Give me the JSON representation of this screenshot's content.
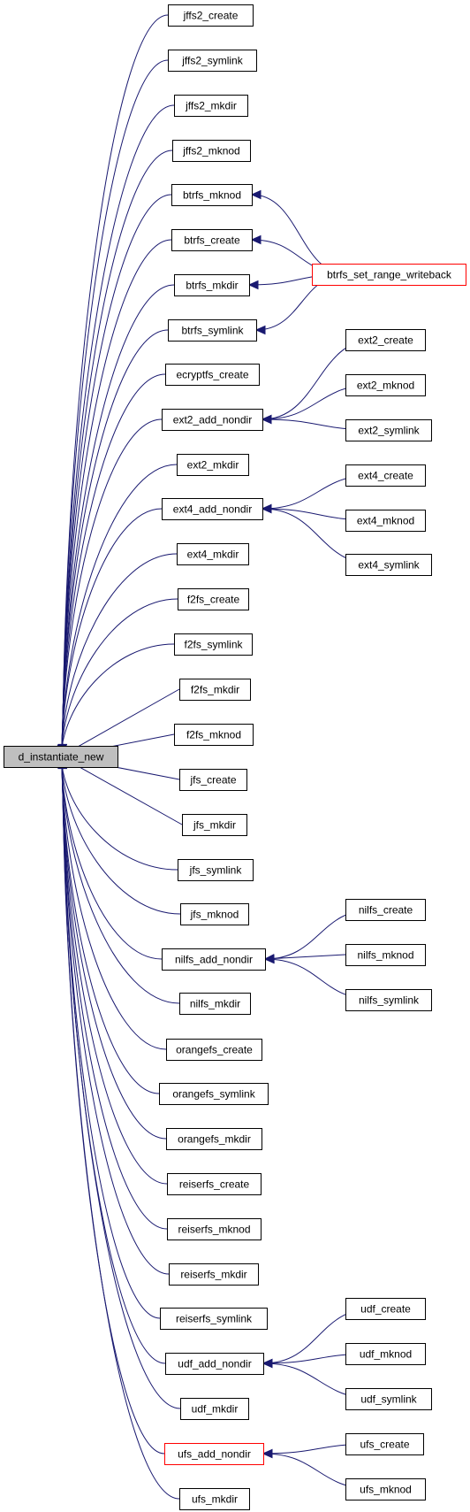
{
  "colors": {
    "edge": "#191970",
    "node_border": "#000000",
    "node_border_highlight": "#ff0000",
    "root_fill": "#bfbfbf",
    "node_fill": "#ffffff"
  },
  "graph": {
    "root": "d_instantiate_new",
    "callers": [
      "jffs2_create",
      "jffs2_symlink",
      "jffs2_mkdir",
      "jffs2_mknod",
      "btrfs_mknod",
      "btrfs_create",
      "btrfs_mkdir",
      "btrfs_symlink",
      "ecryptfs_create",
      "ext2_add_nondir",
      "ext2_mkdir",
      "ext4_add_nondir",
      "ext4_mkdir",
      "f2fs_create",
      "f2fs_symlink",
      "f2fs_mkdir",
      "f2fs_mknod",
      "jfs_create",
      "jfs_mkdir",
      "jfs_symlink",
      "jfs_mknod",
      "nilfs_add_nondir",
      "nilfs_mkdir",
      "orangefs_create",
      "orangefs_symlink",
      "orangefs_mkdir",
      "reiserfs_create",
      "reiserfs_mknod",
      "reiserfs_mkdir",
      "reiserfs_symlink",
      "udf_add_nondir",
      "udf_mkdir",
      "ufs_add_nondir",
      "ufs_mkdir"
    ],
    "second_level": [
      "btrfs_set_range_writeback",
      "ext2_create",
      "ext2_mknod",
      "ext2_symlink",
      "ext4_create",
      "ext4_mknod",
      "ext4_symlink",
      "nilfs_create",
      "nilfs_mknod",
      "nilfs_symlink",
      "udf_create",
      "udf_mknod",
      "udf_symlink",
      "ufs_create",
      "ufs_mknod"
    ],
    "highlighted": [
      "btrfs_set_range_writeback",
      "ufs_add_nondir"
    ],
    "edges": [
      [
        "btrfs_set_range_writeback",
        "btrfs_mknod"
      ],
      [
        "btrfs_set_range_writeback",
        "btrfs_create"
      ],
      [
        "btrfs_set_range_writeback",
        "btrfs_mkdir"
      ],
      [
        "btrfs_set_range_writeback",
        "btrfs_symlink"
      ],
      [
        "ext2_create",
        "ext2_add_nondir"
      ],
      [
        "ext2_mknod",
        "ext2_add_nondir"
      ],
      [
        "ext2_symlink",
        "ext2_add_nondir"
      ],
      [
        "ext4_create",
        "ext4_add_nondir"
      ],
      [
        "ext4_mknod",
        "ext4_add_nondir"
      ],
      [
        "ext4_symlink",
        "ext4_add_nondir"
      ],
      [
        "nilfs_create",
        "nilfs_add_nondir"
      ],
      [
        "nilfs_mknod",
        "nilfs_add_nondir"
      ],
      [
        "nilfs_symlink",
        "nilfs_add_nondir"
      ],
      [
        "udf_create",
        "udf_add_nondir"
      ],
      [
        "udf_mknod",
        "udf_add_nondir"
      ],
      [
        "udf_symlink",
        "udf_add_nondir"
      ],
      [
        "ufs_create",
        "ufs_add_nondir"
      ],
      [
        "ufs_mknod",
        "ufs_add_nondir"
      ]
    ]
  }
}
